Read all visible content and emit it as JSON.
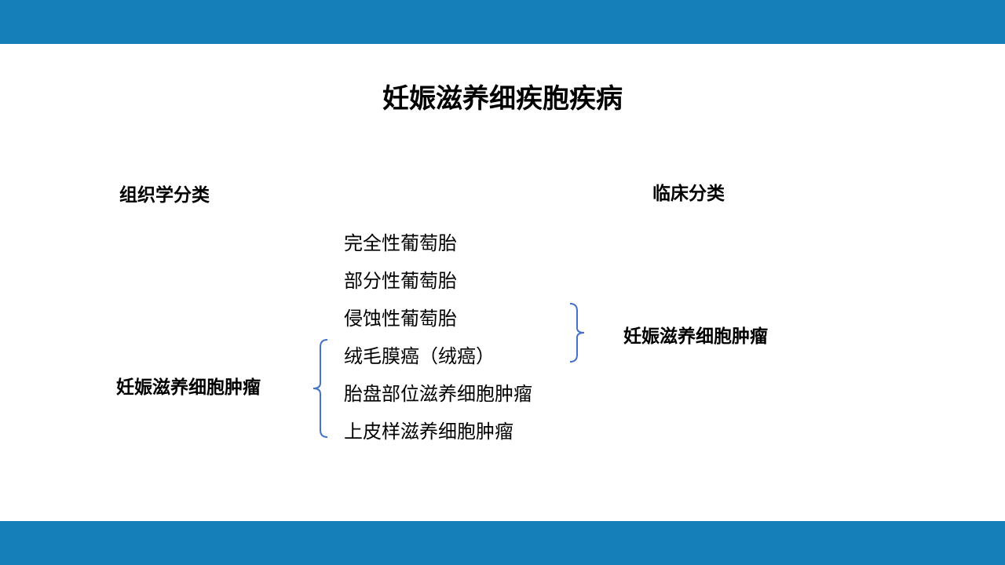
{
  "slide": {
    "title": "妊娠滋养细疾胞疾病",
    "accent_color": "#157fb9",
    "left_heading": "组织学分类",
    "right_heading": "临床分类",
    "items": [
      {
        "label": "完全性葡萄胎"
      },
      {
        "label": "部分性葡萄胎"
      },
      {
        "label": "侵蚀性葡萄胎"
      },
      {
        "label": "绒毛膜癌（绒癌）"
      },
      {
        "label": "胎盘部位滋养细胞肿瘤"
      },
      {
        "label": "上皮样滋养细胞肿瘤"
      }
    ],
    "left_group_label": "妊娠滋养细胞肿瘤",
    "right_group_label": "妊娠滋养细胞肿瘤"
  }
}
